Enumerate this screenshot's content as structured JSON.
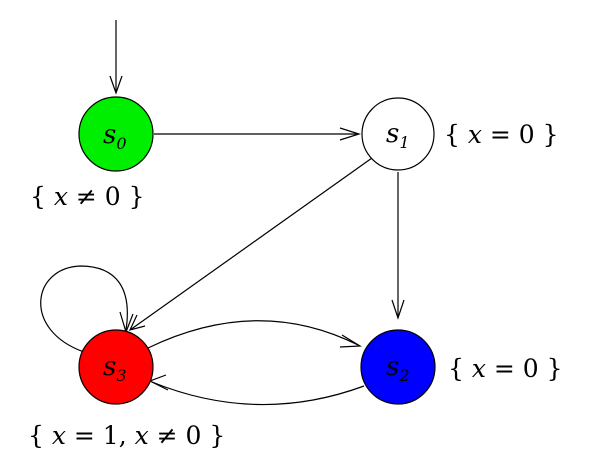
{
  "states": [
    {
      "id": "s0",
      "base": "s",
      "sub": "0",
      "color": "#00ee00",
      "initial": true,
      "label_parts": [
        "{ ",
        "x",
        " ≠ 0 }"
      ]
    },
    {
      "id": "s1",
      "base": "s",
      "sub": "1",
      "color": "#ffffff",
      "initial": false,
      "label_parts": [
        "{ ",
        "x",
        " = 0 }"
      ]
    },
    {
      "id": "s2",
      "base": "s",
      "sub": "2",
      "color": "#0000ff",
      "initial": false,
      "label_parts": [
        "{ ",
        "x",
        " = 0 }"
      ]
    },
    {
      "id": "s3",
      "base": "s",
      "sub": "3",
      "color": "#ff0000",
      "initial": false,
      "label_parts": [
        "{ ",
        "x",
        " = 1, ",
        "x",
        " ≠ 0 }"
      ]
    }
  ],
  "transitions": [
    {
      "from": "s0",
      "to": "s1"
    },
    {
      "from": "s1",
      "to": "s3"
    },
    {
      "from": "s1",
      "to": "s2"
    },
    {
      "from": "s3",
      "to": "s2"
    },
    {
      "from": "s2",
      "to": "s3"
    },
    {
      "from": "s3",
      "to": "s3"
    }
  ]
}
